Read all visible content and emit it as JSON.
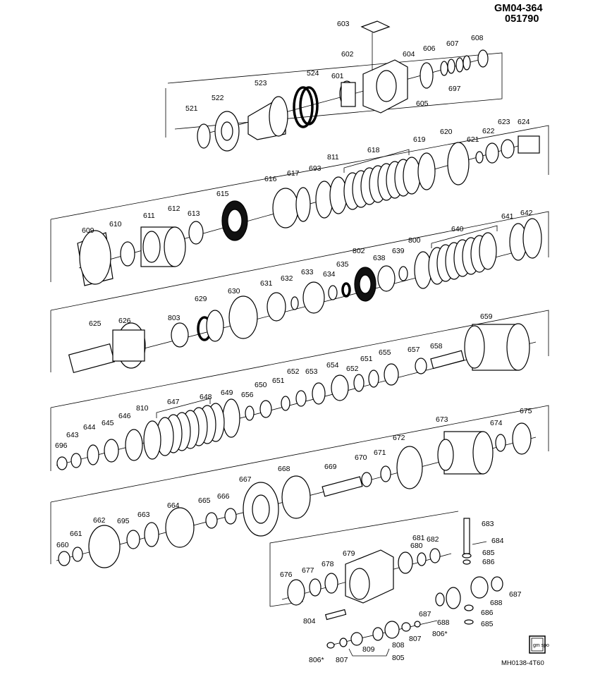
{
  "header": {
    "code": "GM04-364",
    "date": "051790"
  },
  "footer": {
    "code": "MH0138-4T60",
    "logo_text": "gm spo"
  },
  "parts": {
    "p603": "603",
    "p602": "602",
    "p604": "604",
    "p606": "606",
    "p607": "607",
    "p608": "608",
    "p697": "697",
    "p524": "524",
    "p523": "523",
    "p601": "601",
    "p605": "605",
    "p522": "522",
    "p521": "521",
    "p618": "618",
    "p811": "811",
    "p693": "693",
    "p617": "617",
    "p616": "616",
    "p615": "615",
    "p619": "619",
    "p620": "620",
    "p621": "621",
    "p622": "622",
    "p623": "623",
    "p624": "624",
    "p612": "612",
    "p611": "611",
    "p613": "613",
    "p610": "610",
    "p609": "609",
    "p641": "641",
    "p642": "642",
    "p640": "640",
    "p800": "800",
    "p802": "802",
    "p638": "638",
    "p639": "639",
    "p635": "635",
    "p633": "633",
    "p634": "634",
    "p632": "632",
    "p631": "631",
    "p630": "630",
    "p629": "629",
    "p803": "803",
    "p626": "626",
    "p625": "625",
    "p659": "659",
    "p657": "657",
    "p658": "658",
    "p655": "655",
    "p651a": "651",
    "p654": "654",
    "p652a": "652",
    "p653": "653",
    "p652b": "652",
    "p651b": "651",
    "p650": "650",
    "p656": "656",
    "p649": "649",
    "p648": "648",
    "p647": "647",
    "p810": "810",
    "p646": "646",
    "p645": "645",
    "p644": "644",
    "p643": "643",
    "p696": "696",
    "p673": "673",
    "p672": "672",
    "p671": "671",
    "p670": "670",
    "p669": "669",
    "p668": "668",
    "p667": "667",
    "p674": "674",
    "p675": "675",
    "p664": "664",
    "p665": "665",
    "p666": "666",
    "p663": "663",
    "p695": "695",
    "p662": "662",
    "p661": "661",
    "p660": "660",
    "p683": "683",
    "p684": "684",
    "p685a": "685",
    "p686a": "686",
    "p679": "679",
    "p680": "680",
    "p681": "681",
    "p682": "682",
    "p678": "678",
    "p677": "677",
    "p676": "676",
    "p687a": "687",
    "p688a": "688",
    "p686b": "686",
    "p687b": "687",
    "p688b": "688",
    "p685b": "685",
    "p806a": "806*",
    "p807a": "807",
    "p804": "804",
    "p808": "808",
    "p809": "809",
    "p807b": "807",
    "p806b": "806*",
    "p805": "805"
  }
}
